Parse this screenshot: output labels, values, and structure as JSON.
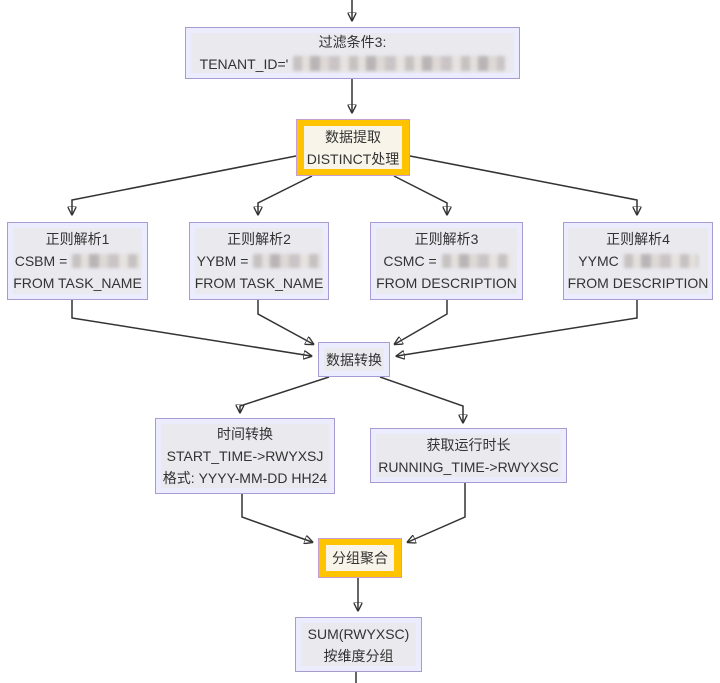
{
  "diagram_type": "flowchart",
  "nodes": {
    "filter3": {
      "title": "过滤条件3:",
      "code_prefix": "TENANT_ID='",
      "code_value_redacted": true
    },
    "extract": {
      "title": "数据提取",
      "subtitle": "DISTINCT处理",
      "highlighted": true
    },
    "regex1": {
      "title": "正则解析1",
      "expr_prefix": "CSBM =",
      "expr_value_redacted": true,
      "source": "FROM TASK_NAME"
    },
    "regex2": {
      "title": "正则解析2",
      "expr_prefix": "YYBM =",
      "expr_value_redacted": true,
      "source": "FROM TASK_NAME"
    },
    "regex3": {
      "title": "正则解析3",
      "expr_prefix": "CSMC =",
      "expr_value_redacted": true,
      "source": "FROM DESCRIPTION"
    },
    "regex4": {
      "title": "正则解析4",
      "expr_prefix": "YYMC",
      "expr_value_redacted": true,
      "source": "FROM DESCRIPTION"
    },
    "transform": {
      "title": "数据转换"
    },
    "timeconv": {
      "title": "时间转换",
      "mapping": "START_TIME->RWYXSJ",
      "format": "格式: YYYY-MM-DD HH24"
    },
    "duration": {
      "title": "获取运行时长",
      "mapping": "RUNNING_TIME->RWYXSC"
    },
    "groupagg": {
      "title": "分组聚合",
      "highlighted": true
    },
    "sum": {
      "title": "SUM(RWYXSC)",
      "subtitle": "按维度分组"
    }
  },
  "edges": [
    {
      "from": "offscreen-top",
      "to": "filter3"
    },
    {
      "from": "filter3",
      "to": "extract"
    },
    {
      "from": "extract",
      "to": "regex1"
    },
    {
      "from": "extract",
      "to": "regex2"
    },
    {
      "from": "extract",
      "to": "regex3"
    },
    {
      "from": "extract",
      "to": "regex4"
    },
    {
      "from": "regex1",
      "to": "transform"
    },
    {
      "from": "regex2",
      "to": "transform"
    },
    {
      "from": "regex3",
      "to": "transform"
    },
    {
      "from": "regex4",
      "to": "transform"
    },
    {
      "from": "transform",
      "to": "timeconv"
    },
    {
      "from": "transform",
      "to": "duration"
    },
    {
      "from": "timeconv",
      "to": "groupagg"
    },
    {
      "from": "duration",
      "to": "groupagg"
    },
    {
      "from": "groupagg",
      "to": "sum"
    },
    {
      "from": "sum",
      "to": "offscreen-bottom"
    }
  ],
  "colors": {
    "node_fill": "#ECECFF",
    "node_border": "#a89bd2",
    "label_bg": "#e8e8e8",
    "highlight_fill": "#ffc300",
    "edge": "#333333",
    "text": "#333333"
  }
}
